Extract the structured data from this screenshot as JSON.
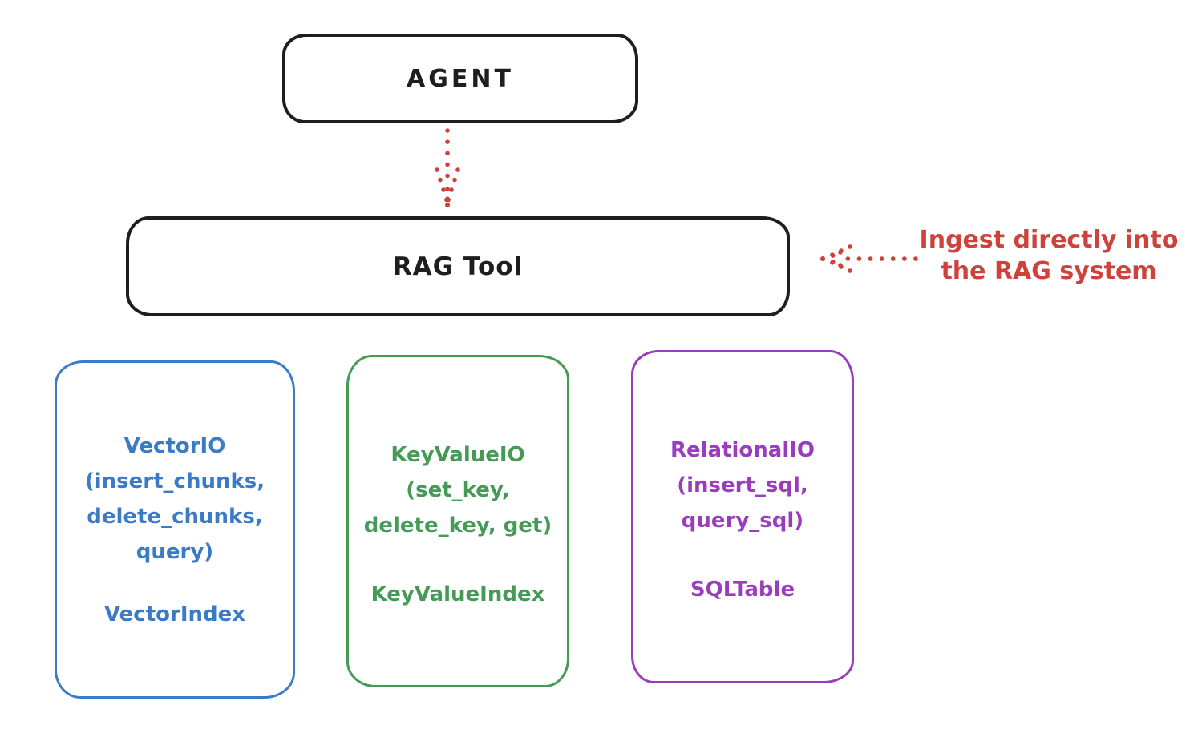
{
  "diagram": {
    "agent_box": {
      "label": "AGENT"
    },
    "rag_tool_box": {
      "label": "RAG Tool"
    },
    "annotation": {
      "line1": "Ingest directly into",
      "line2": "the RAG system"
    },
    "io_boxes": [
      {
        "name": "VectorIO",
        "lines": [
          "VectorIO",
          "(insert_chunks,",
          "delete_chunks,",
          "query)"
        ],
        "index_label": "VectorIndex",
        "color": "#3b7bc6"
      },
      {
        "name": "KeyValueIO",
        "lines": [
          "KeyValueIO",
          "(set_key,",
          "delete_key, get)"
        ],
        "index_label": "KeyValueIndex",
        "color": "#459a56"
      },
      {
        "name": "RelationalIO",
        "lines": [
          "RelationalIO",
          "(insert_sql,",
          "query_sql)"
        ],
        "index_label": "SQLTable",
        "color": "#9a3dbd"
      }
    ],
    "colors": {
      "box_outline": "#1e1e1e",
      "arrow_and_annotation": "#cd423b",
      "background": "#ffffff"
    }
  }
}
